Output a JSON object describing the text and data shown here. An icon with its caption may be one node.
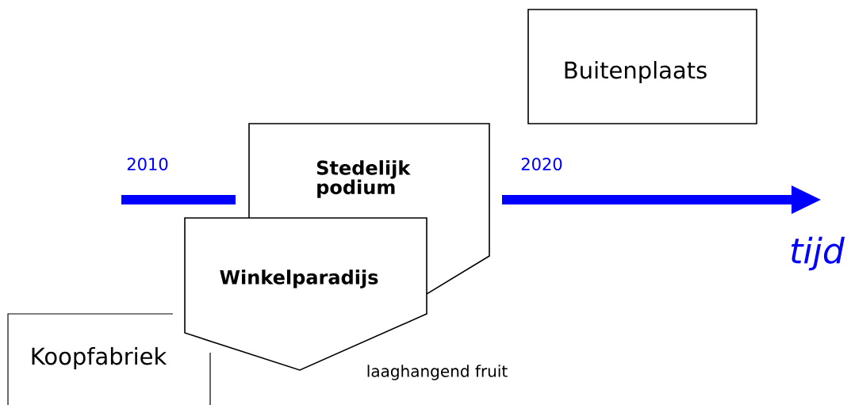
{
  "diagram": {
    "nodes": [
      {
        "text": [
          "Buitenplaats"
        ]
      },
      {
        "text": [
          "Stedelijk podium"
        ]
      },
      {
        "text": [
          "Winkelparadijs"
        ]
      },
      {
        "text": [
          "Koopfabriek"
        ]
      }
    ],
    "labels": [
      "2010",
      "2020",
      "tijd",
      "laaghangend fruit"
    ]
  }
}
